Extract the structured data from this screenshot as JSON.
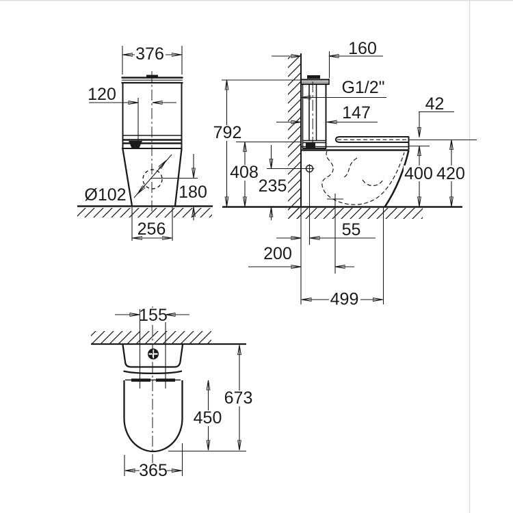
{
  "drawing": {
    "title": "Close-coupled floor-standing WC technical dimension drawing",
    "views": {
      "front": {
        "width": "376",
        "flush_offset": "120",
        "outlet_diameter": "Ø102",
        "outlet_center_height": "180",
        "base_width": "256"
      },
      "side": {
        "tank_top_depth": "160",
        "supply_connection": "G1/2\"",
        "tank_body_depth": "147",
        "seat_stack_thickness": "42",
        "total_height": "792",
        "tank_underside_height": "408",
        "supply_height": "235",
        "rim_height": "400",
        "seat_height": "420",
        "supply_wall_offset": "55",
        "outlet_wall_offset": "200",
        "total_depth": "499"
      },
      "plan": {
        "inlet_spacing": "155",
        "total_depth": "673",
        "bowl_depth": "450",
        "bowl_width": "365"
      }
    },
    "colors": {
      "line": "#1a1a1a",
      "background": "#ffffff",
      "frame": "#d9d9d9"
    }
  }
}
